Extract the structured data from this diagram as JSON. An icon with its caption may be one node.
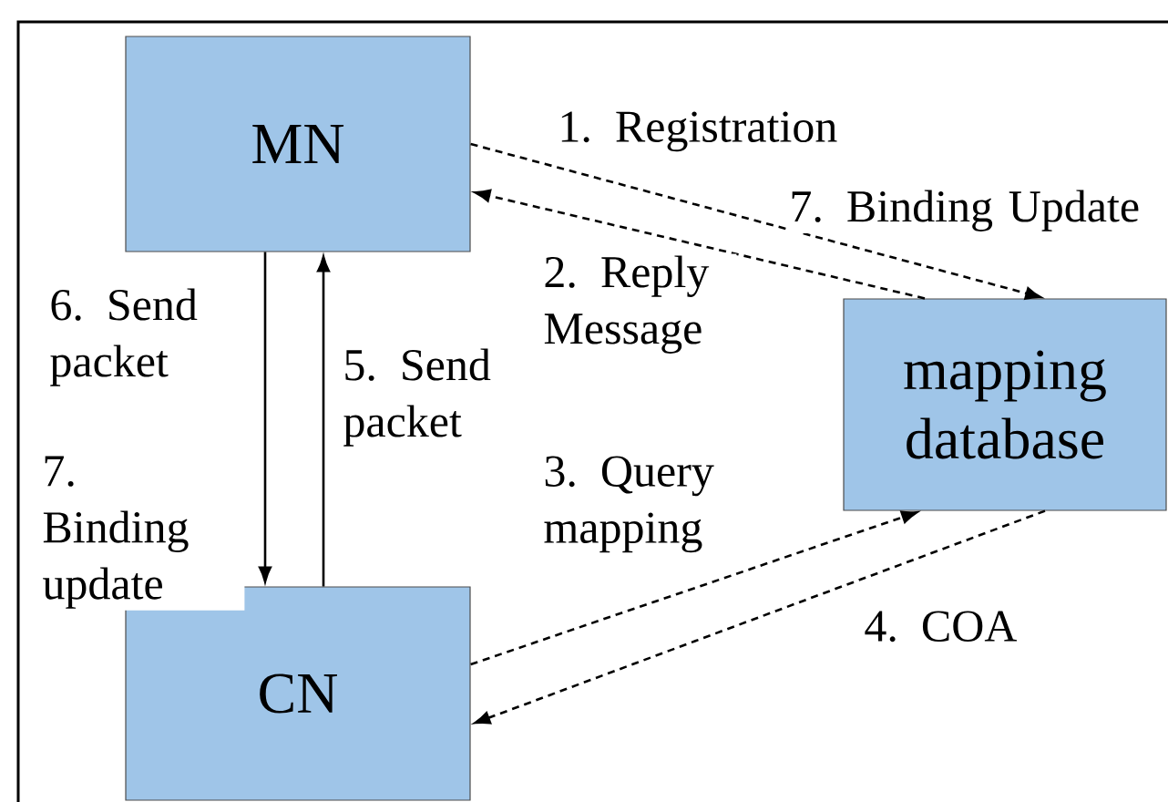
{
  "diagram": {
    "nodes": [
      {
        "text": [
          "MN"
        ]
      },
      {
        "text": [
          "mapping database"
        ]
      },
      {
        "text": [
          "CN"
        ]
      }
    ],
    "edges": [
      {
        "from": 0,
        "to": 1,
        "arrow": "to",
        "style": "dashed",
        "label": "1. Registration"
      },
      {
        "from": 1,
        "to": 0,
        "arrow": "to",
        "style": "dashed",
        "label": "2. Reply Message"
      },
      {
        "from": 0,
        "to": 2,
        "arrow": "to",
        "label": "6. Send packet"
      },
      {
        "from": 2,
        "to": 0,
        "arrow": "to",
        "label": "5. Send packet"
      },
      {
        "from": 2,
        "to": 1,
        "arrow": "to",
        "style": "dashed",
        "label": "3. Query mapping"
      },
      {
        "from": 1,
        "to": 2,
        "arrow": "to",
        "style": "dashed",
        "label": "4. COA"
      }
    ],
    "labels": [
      "7. Binding Update",
      "7. Binding update"
    ]
  }
}
